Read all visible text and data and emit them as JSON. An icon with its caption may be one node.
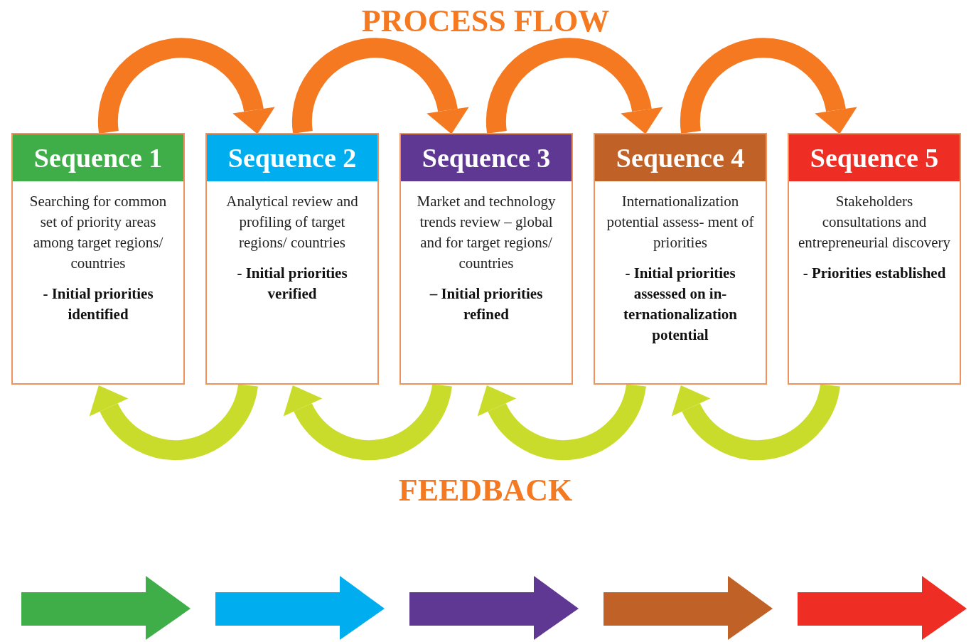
{
  "diagram": {
    "title": "PROCESS FLOW",
    "nodes": [
      {
        "text": [
          "Sequence 1",
          "Searching for common set of priority areas among target regions/ countries",
          "- Initial priorities identified"
        ]
      },
      {
        "text": [
          "Sequence 2",
          "Analytical review and profiling of target regions/ countries",
          "- Initial priorities verified"
        ]
      },
      {
        "text": [
          "Sequence 3",
          "Market and technology trends review – global and for target regions/ countries",
          "– Initial priorities refined"
        ]
      },
      {
        "text": [
          "Sequence 4",
          "Internationalization potential assess- ment of priorities",
          "- Initial priorities assessed on in- ternationalization potential"
        ]
      },
      {
        "text": [
          "Sequence 5",
          "Stakeholders consultations and entrepreneurial discovery",
          "- Priorities established"
        ]
      }
    ],
    "edges": [
      {
        "from": 0,
        "to": 1,
        "arrow": "to",
        "color": "#f47920"
      },
      {
        "from": 1,
        "to": 2,
        "arrow": "to",
        "color": "#f47920"
      },
      {
        "from": 2,
        "to": 3,
        "arrow": "to",
        "color": "#f47920"
      },
      {
        "from": 3,
        "to": 4,
        "arrow": "to",
        "color": "#f47920"
      },
      {
        "from": 1,
        "to": 0,
        "arrow": "to",
        "color": "#c9dc2b"
      },
      {
        "from": 2,
        "to": 1,
        "arrow": "to",
        "color": "#c9dc2b"
      },
      {
        "from": 3,
        "to": 2,
        "arrow": "to",
        "color": "#c9dc2b"
      },
      {
        "from": 4,
        "to": 3,
        "arrow": "to",
        "color": "#c9dc2b"
      }
    ],
    "labels": [
      "FEEDBACK"
    ]
  }
}
